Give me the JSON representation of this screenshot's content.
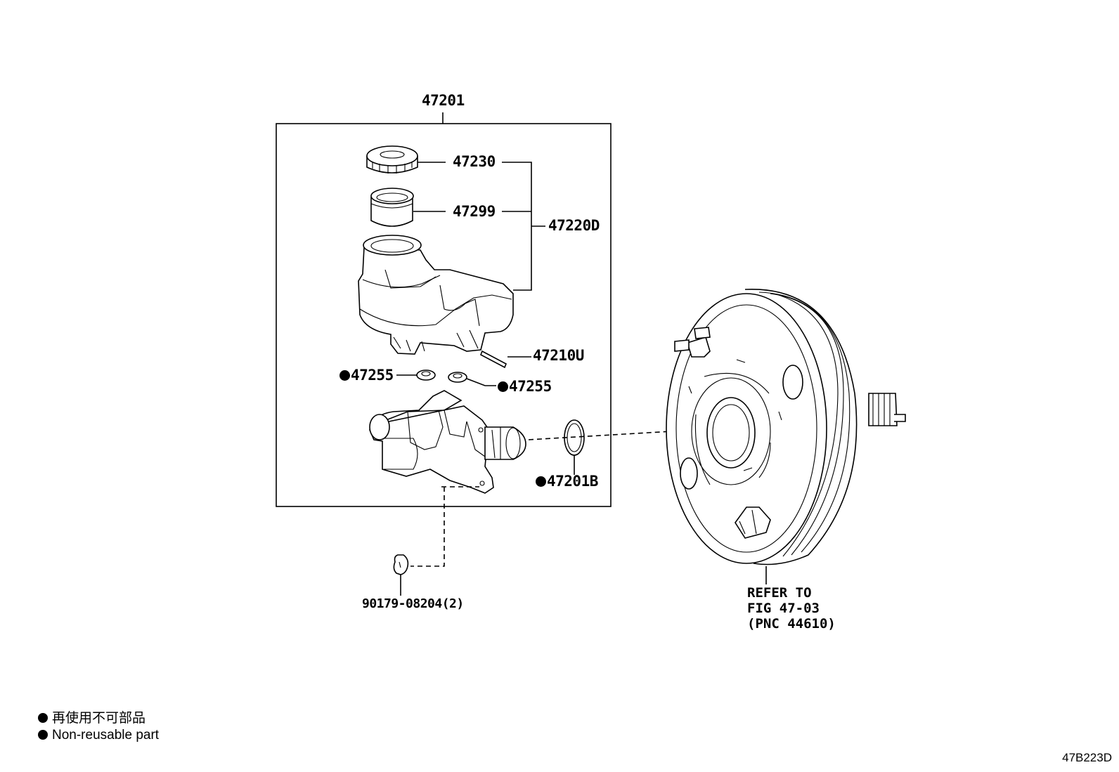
{
  "labels": {
    "assembly": "47201",
    "cap": "47230",
    "strainer": "47299",
    "reservoir_sub_assy": "47220D",
    "pin": "47210U",
    "grommet_left": "47255",
    "grommet_right": "47255",
    "o_ring": "47201B",
    "nut": "90179-08204(2)"
  },
  "refer_note": [
    "REFER TO",
    "FIG 47-03",
    "(PNC 44610)"
  ],
  "legend": {
    "japanese": "再使用不可部品",
    "english": "Non-reusable part"
  },
  "figure_code": "47B223D",
  "colors": {
    "ink": "#000000",
    "background": "#ffffff"
  },
  "icons": {
    "non_reusable_marker": "black-dot-icon"
  }
}
